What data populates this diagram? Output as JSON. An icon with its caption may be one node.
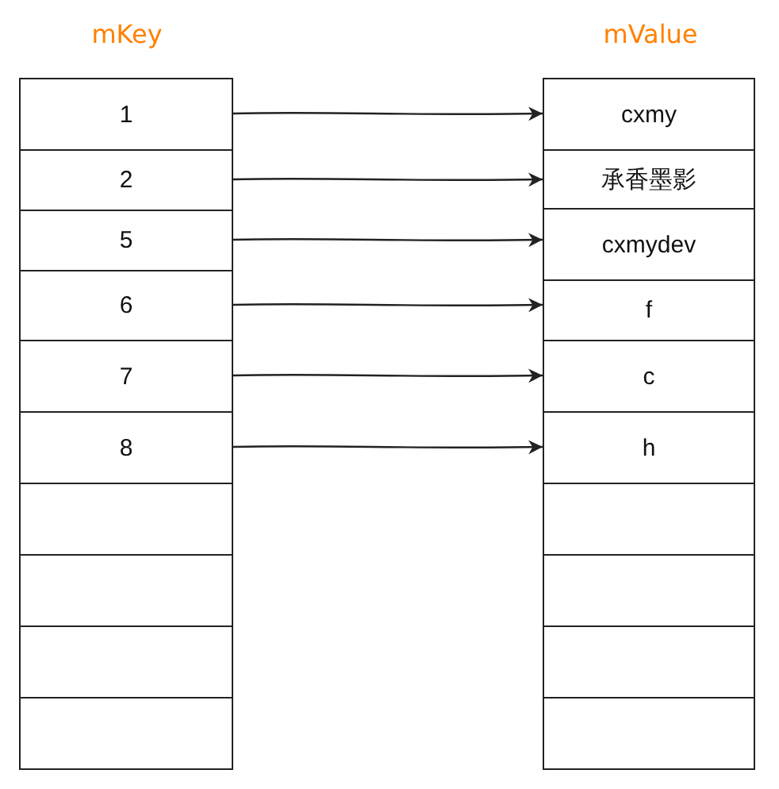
{
  "diagram": {
    "nodes": [
      {
        "text": [
          "1"
        ]
      },
      {
        "text": [
          "2"
        ]
      },
      {
        "text": [
          "5"
        ]
      },
      {
        "text": [
          "6"
        ]
      },
      {
        "text": [
          "7"
        ]
      },
      {
        "text": [
          "8"
        ]
      },
      {
        "text": [],
        "shape": "box"
      },
      {
        "text": [],
        "shape": "box"
      },
      {
        "text": [],
        "shape": "box"
      },
      {
        "text": [],
        "shape": "box"
      },
      {
        "text": [
          "cxmy"
        ]
      },
      {
        "text": [
          "承香墨影"
        ]
      },
      {
        "text": [
          "cxmydev"
        ]
      },
      {
        "text": [
          "f"
        ]
      },
      {
        "text": [
          "c"
        ]
      },
      {
        "text": [
          "h"
        ]
      },
      {
        "text": [],
        "shape": "box"
      },
      {
        "text": [],
        "shape": "box"
      },
      {
        "text": [],
        "shape": "box"
      },
      {
        "text": [],
        "shape": "box"
      }
    ],
    "edges": [
      {
        "from": 0,
        "to": 10,
        "arrow": "to"
      },
      {
        "from": 1,
        "to": 11,
        "arrow": "to"
      },
      {
        "from": 2,
        "to": 12,
        "arrow": "to"
      },
      {
        "from": 3,
        "to": 13,
        "arrow": "to"
      },
      {
        "from": 4,
        "to": 14,
        "arrow": "to"
      },
      {
        "from": 5,
        "to": 15,
        "arrow": "to"
      }
    ],
    "labels": [
      "mKey",
      "mValue"
    ]
  }
}
